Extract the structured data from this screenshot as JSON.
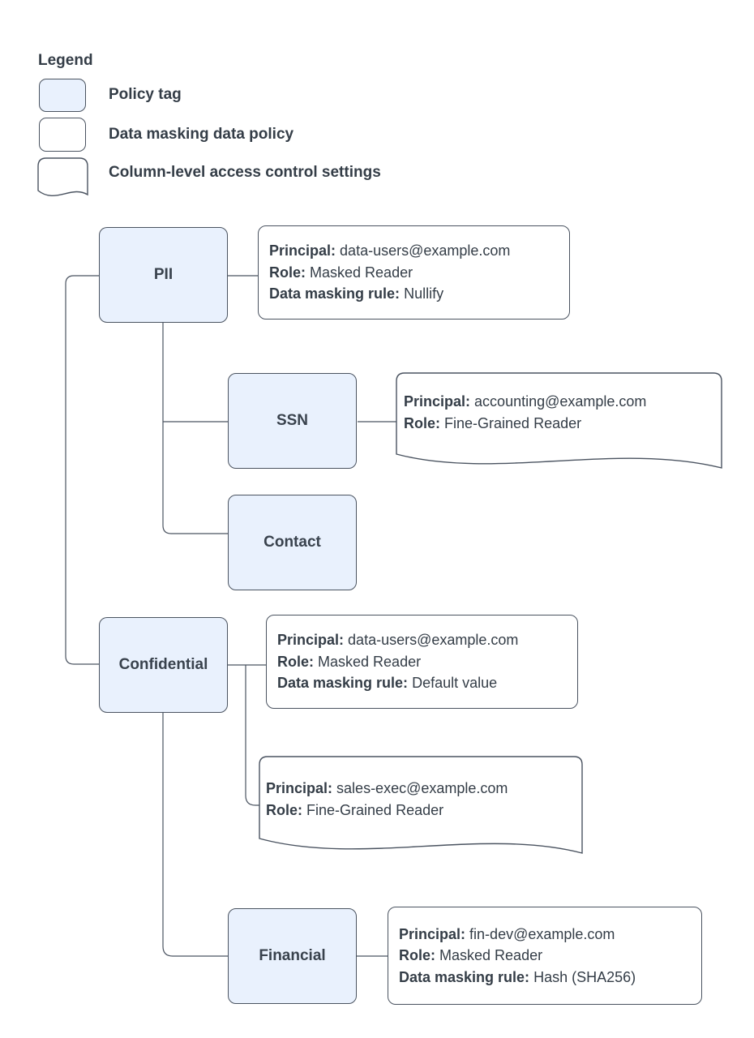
{
  "colors": {
    "policy_tag_fill": "#e9f1fd",
    "box_stroke": "#4a5360",
    "text": "#343d47",
    "background": "#ffffff"
  },
  "legend": {
    "title": "Legend",
    "items": [
      {
        "shape": "policy-tag",
        "label": "Policy tag"
      },
      {
        "shape": "data-masking-policy-rect",
        "label": "Data masking data policy"
      },
      {
        "shape": "document",
        "label": "Column-level access control settings"
      }
    ]
  },
  "policy_tags": {
    "pii": "PII",
    "ssn": "SSN",
    "contact": "Contact",
    "confidential": "Confidential",
    "financial": "Financial"
  },
  "data_policies": {
    "pii_masking": {
      "principal_label": "Principal:",
      "principal": "data-users@example.com",
      "role_label": "Role:",
      "role": "Masked Reader",
      "rule_label": "Data masking rule:",
      "rule": "Nullify"
    },
    "ssn_access": {
      "principal_label": "Principal:",
      "principal": "accounting@example.com",
      "role_label": "Role:",
      "role": "Fine-Grained Reader"
    },
    "confidential_masking": {
      "principal_label": "Principal:",
      "principal": "data-users@example.com",
      "role_label": "Role:",
      "role": "Masked Reader",
      "rule_label": "Data masking rule:",
      "rule": "Default value"
    },
    "confidential_access": {
      "principal_label": "Principal:",
      "principal": "sales-exec@example.com",
      "role_label": "Role:",
      "role": "Fine-Grained Reader"
    },
    "financial_masking": {
      "principal_label": "Principal:",
      "principal": "fin-dev@example.com",
      "role_label": "Role:",
      "role": "Masked Reader",
      "rule_label": "Data masking rule:",
      "rule": "Hash (SHA256)"
    }
  }
}
